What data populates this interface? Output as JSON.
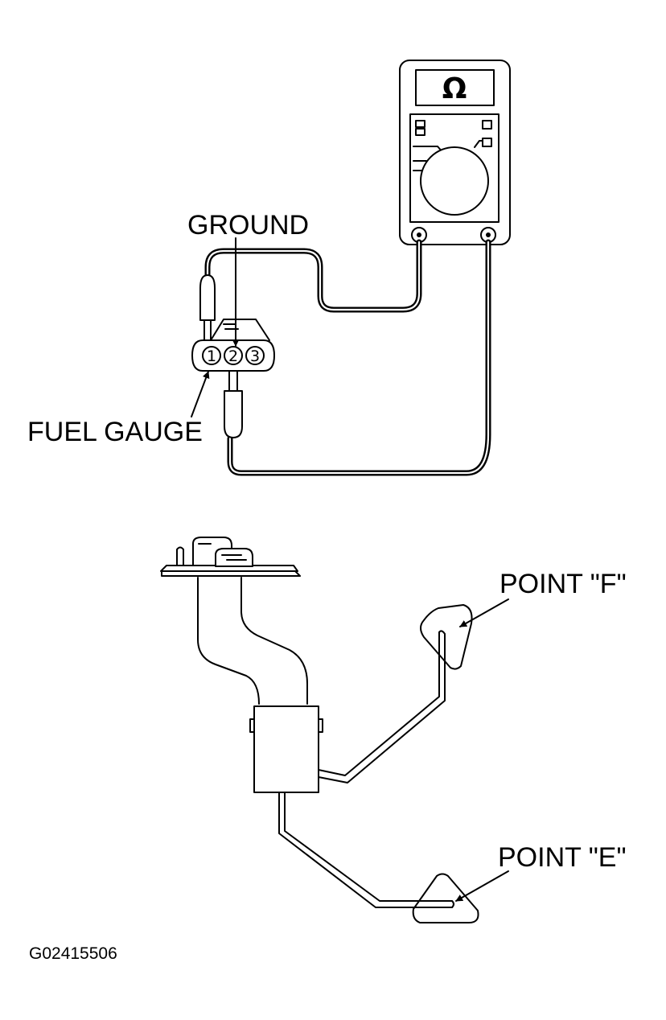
{
  "multimeter": {
    "display_symbol": "Ω"
  },
  "connector": {
    "pins": [
      "1",
      "2",
      "3"
    ]
  },
  "labels": {
    "ground": "GROUND",
    "fuel_gauge": "FUEL GAUGE",
    "point_f": "POINT \"F\"",
    "point_e": "POINT \"E\""
  },
  "figure_code": "G02415506"
}
